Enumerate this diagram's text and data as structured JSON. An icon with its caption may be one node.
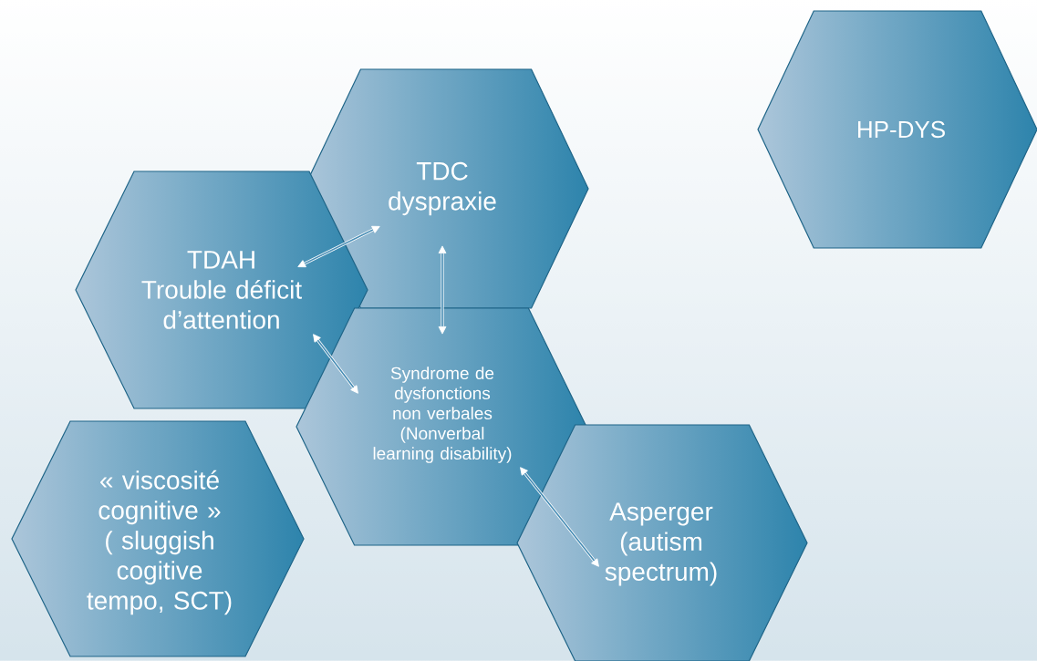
{
  "diagram": {
    "nodes": [
      {
        "text": [
          "HP-DYS"
        ]
      },
      {
        "text": [
          "TDC dyspraxie"
        ]
      },
      {
        "text": [
          "TDAH Trouble déficit d’attention"
        ]
      },
      {
        "text": [
          "Syndrome de dysfonctions non verbales (Nonverbal learning disability)"
        ]
      },
      {
        "text": [
          "« viscosité cognitive » ( sluggish cogitive tempo, SCT)"
        ]
      },
      {
        "text": [
          "Asperger (autism spectrum)"
        ]
      }
    ],
    "edges": [
      {
        "from": 2,
        "to": 1,
        "arrow": "both"
      },
      {
        "from": 1,
        "to": 3,
        "arrow": "both"
      },
      {
        "from": 2,
        "to": 3,
        "arrow": "both"
      },
      {
        "from": 3,
        "to": 5,
        "arrow": "both"
      }
    ]
  }
}
